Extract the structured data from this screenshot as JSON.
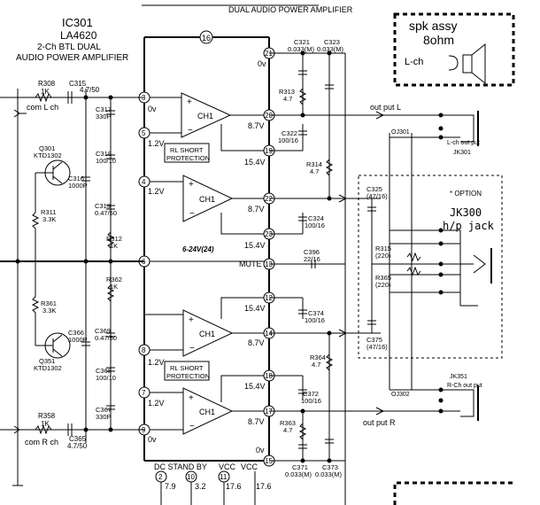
{
  "ic": {
    "ref": "IC301",
    "part": "LA4620",
    "desc1": "2-Ch BTL DUAL",
    "desc2": "AUDIO POWER AMPLIFIER",
    "top_text": "DUAL AUDIO POWER AMPLIFIER"
  },
  "amps": [
    {
      "label": "CH1"
    },
    {
      "label": "CH1"
    },
    {
      "label": "CH1"
    },
    {
      "label": "CH1"
    }
  ],
  "protect_boxes": [
    {
      "line1": "RL SHORT",
      "line2": "PROTECTION"
    },
    {
      "line1": "RL SHORT",
      "line2": "PROTECTION"
    }
  ],
  "supply_note": "6-24V(24)",
  "pins": {
    "p3": "3",
    "p5": "5",
    "p4": "4",
    "p6": "6",
    "p8": "8",
    "p7": "7",
    "p9": "9",
    "p16": "16",
    "p21": "21",
    "p20": "20",
    "p19": "19",
    "p22": "22",
    "p23": "23",
    "p13": "13",
    "p12": "12",
    "p14": "14",
    "p18": "18",
    "p17": "17",
    "p15": "15",
    "p2": "2",
    "p10": "10",
    "p11": "11"
  },
  "voltages": {
    "v3": "0v",
    "v5": "1.2V",
    "v4": "1.2V",
    "v8": "1.2V",
    "v7": "1.2V",
    "v9": "0v",
    "v21": "0v",
    "v20": "8.7V",
    "v19": "15.4V",
    "v22": "8.7V",
    "v23": "15.4V",
    "v12": "15.4V",
    "v14": "8.7V",
    "v18": "15.4V",
    "v17": "8.7V",
    "v15": "0v",
    "dc2": "7.9",
    "dc10": "3.2",
    "dc11": "17.6",
    "dc11b": "17.6"
  },
  "mute_label": "MUTE",
  "dc_stand_label": "DC STAND BY",
  "vcc1": "VCC",
  "vcc2": "VCC",
  "components": {
    "r308": "R308",
    "r308v": "1K",
    "c315": "C315",
    "c315v": "4.7/50",
    "comL": "com L ch",
    "c317": "C317",
    "c317v": "330P",
    "q301": "Q301",
    "q301p": "KTD1302",
    "c318": "C318",
    "c318v": "100/10",
    "c316": "C316",
    "c316v": "1000P",
    "r311": "R311",
    "r311v": "3.3K",
    "c319": "C319",
    "c319v": "0.47/50",
    "r312": "R312",
    "r312v": "1K",
    "r362": "R362",
    "r362v": "1K",
    "r361": "R361",
    "r361v": "3.3K",
    "c366": "C366",
    "c366v": "1000P",
    "q351": "Q351",
    "q351p": "KTD1302",
    "c369": "C369",
    "c369v": "0.47/50",
    "c368": "C368",
    "c368v": "100/10",
    "c367": "C367",
    "c367v": "330P",
    "r358": "R358",
    "r358v": "1K",
    "c365": "C365",
    "c365v": "4.7/50",
    "comR": "com R ch",
    "c321": "C321",
    "c321v": "0.033(M)",
    "c323": "C323",
    "c323v": "0.033(M)",
    "r313": "R313",
    "r313v": "4.7",
    "c322": "C322",
    "c322v": "100/16",
    "r314": "R314",
    "r314v": "4.7",
    "c324": "C324",
    "c324v": "100/16",
    "c396": "C396",
    "c396v": "22/16",
    "c374": "C374",
    "c374v": "100/16",
    "r364": "R364",
    "r364v": "4.7",
    "c372": "C372",
    "c372v": "100/16",
    "r363": "R363",
    "r363v": "4.7",
    "c371": "C371",
    "c371v": "0.033(M)",
    "c373": "C373",
    "c373v": "0.033(M)",
    "c325": "C325",
    "c325v": "(47/16)",
    "r315": "R315",
    "r315v": "(220)",
    "r365": "R365",
    "r365v": "(220)",
    "c375": "C375",
    "c375v": "(47/16)"
  },
  "outputs": {
    "outL": "out put L",
    "outR": "out put R",
    "oj301": "OJ301",
    "oj302": "OJ302",
    "jk301": "JK301",
    "jk301_label": "L-ch out put",
    "jk351": "JK351",
    "jk351_label": "R-Ch out put"
  },
  "speaker": {
    "line1": "spk assy",
    "line2": "8ohm",
    "ch": "L-ch"
  },
  "option": {
    "note": "* OPTION",
    "jack": "JK300",
    "jack_desc": "h/p jack"
  }
}
